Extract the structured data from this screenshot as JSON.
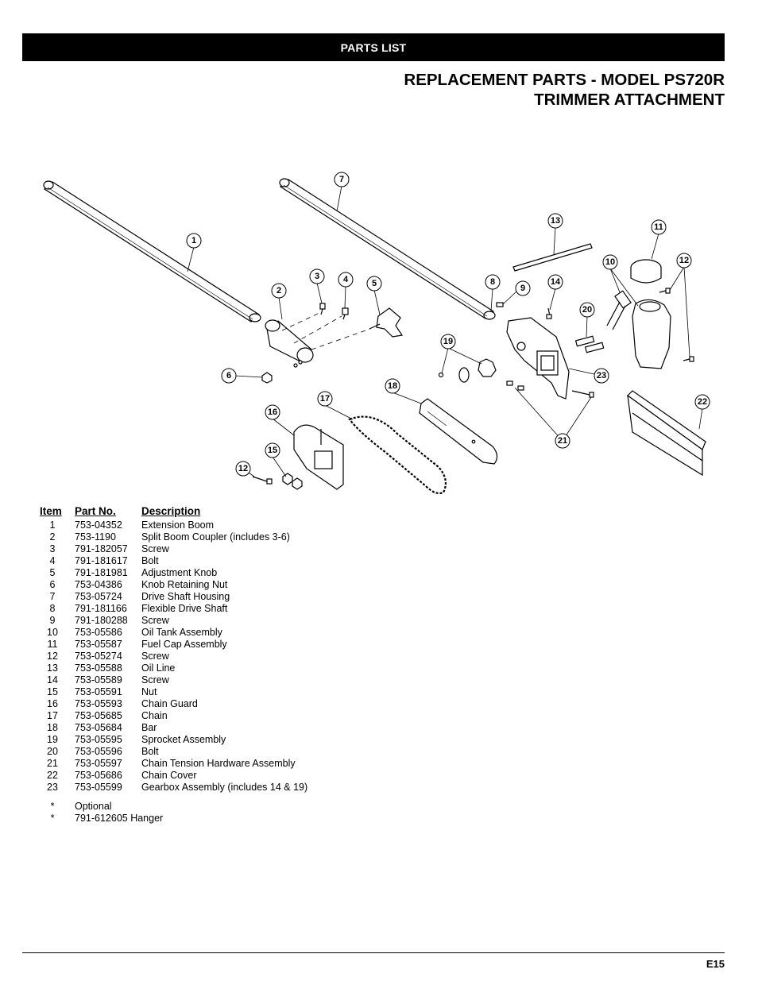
{
  "header": {
    "section": "PARTS LIST"
  },
  "title": {
    "line1": "REPLACEMENT PARTS - MODEL PS720R",
    "line2": "TRIMMER ATTACHMENT"
  },
  "diagram": {
    "callouts": [
      "1",
      "2",
      "3",
      "4",
      "5",
      "6",
      "7",
      "8",
      "9",
      "10",
      "11",
      "12",
      "12",
      "13",
      "14",
      "15",
      "16",
      "17",
      "18",
      "19",
      "20",
      "21",
      "22",
      "23"
    ]
  },
  "parts_table": {
    "headers": {
      "item": "Item",
      "part": "Part No.",
      "description": "Description"
    },
    "rows": [
      {
        "item": "1",
        "part": "753-04352",
        "description": "Extension Boom"
      },
      {
        "item": "2",
        "part": "753-1190",
        "description": "Split Boom Coupler (includes 3-6)"
      },
      {
        "item": "3",
        "part": "791-182057",
        "description": "Screw"
      },
      {
        "item": "4",
        "part": "791-181617",
        "description": "Bolt"
      },
      {
        "item": "5",
        "part": "791-181981",
        "description": "Adjustment Knob"
      },
      {
        "item": "6",
        "part": "753-04386",
        "description": "Knob Retaining Nut"
      },
      {
        "item": "7",
        "part": "753-05724",
        "description": "Drive Shaft Housing"
      },
      {
        "item": "8",
        "part": "791-181166",
        "description": "Flexible Drive Shaft"
      },
      {
        "item": "9",
        "part": "791-180288",
        "description": "Screw"
      },
      {
        "item": "10",
        "part": "753-05586",
        "description": "Oil Tank Assembly"
      },
      {
        "item": "11",
        "part": "753-05587",
        "description": "Fuel Cap Assembly"
      },
      {
        "item": "12",
        "part": "753-05274",
        "description": "Screw"
      },
      {
        "item": "13",
        "part": "753-05588",
        "description": "Oil Line"
      },
      {
        "item": "14",
        "part": "753-05589",
        "description": "Screw"
      },
      {
        "item": "15",
        "part": "753-05591",
        "description": "Nut"
      },
      {
        "item": "16",
        "part": "753-05593",
        "description": "Chain Guard"
      },
      {
        "item": "17",
        "part": "753-05685",
        "description": "Chain"
      },
      {
        "item": "18",
        "part": "753-05684",
        "description": "Bar"
      },
      {
        "item": "19",
        "part": "753-05595",
        "description": "Sprocket Assembly"
      },
      {
        "item": "20",
        "part": "753-05596",
        "description": "Bolt"
      },
      {
        "item": "21",
        "part": "753-05597",
        "description": "Chain Tension Hardware Assembly"
      },
      {
        "item": "22",
        "part": "753-05686",
        "description": "Chain Cover"
      },
      {
        "item": "23",
        "part": "753-05599",
        "description": "Gearbox Assembly (includes 14 & 19)"
      }
    ]
  },
  "notes": [
    {
      "mark": "*",
      "text": "Optional"
    },
    {
      "mark": "*",
      "text": "791-612605 Hanger"
    }
  ],
  "footer": {
    "page": "E15"
  }
}
